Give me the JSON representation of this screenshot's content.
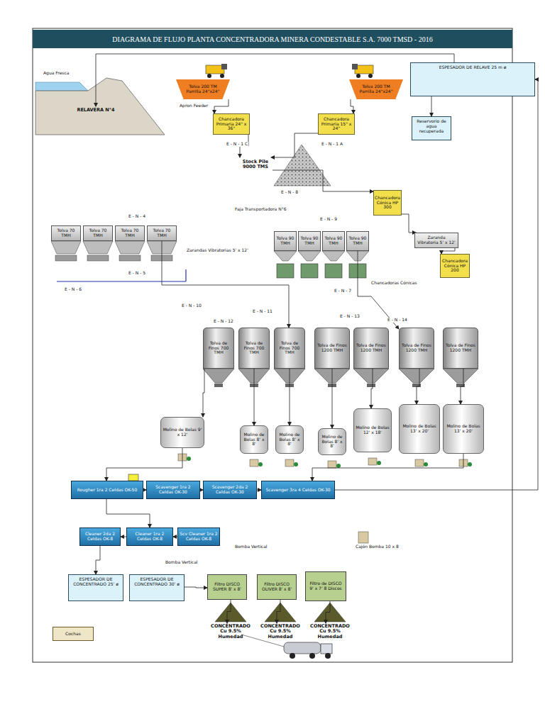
{
  "diagram": {
    "title": "DIAGRAMA DE FLUJO PLANTA CONCENTRADORA MINERA CONDESTABLE S.A. 7000 TMSD - 2016",
    "nodes": [
      {
        "text": [
          "RELAVERA N°4"
        ]
      },
      {
        "text": [
          "Tolva 200 TM Parrilla 24\"x24\""
        ]
      },
      {
        "text": [
          "Tolva 200 TM Parrilla 24\"x24\""
        ]
      },
      {
        "text": [
          "Chancadora Primaria 24\" x 36\""
        ]
      },
      {
        "text": [
          "Chancadora Primaria 15\" x 24\""
        ]
      },
      {
        "text": [
          "ESPESADOR DE RELAVE 25 m ø"
        ]
      },
      {
        "text": [
          "Reservorio de agua recuperada"
        ]
      },
      {
        "text": [
          "Stock Pile 9000 TMS"
        ]
      },
      {
        "text": [
          "Chancadora Cónica HP 300"
        ]
      },
      {
        "text": [
          "Zaranda Vibratoria 5' x 12'"
        ]
      },
      {
        "text": [
          "Chancadora Cónica HP 200"
        ]
      },
      {
        "text": [
          "Tolva 70 TMH"
        ]
      },
      {
        "text": [
          "Tolva 70 TMH"
        ]
      },
      {
        "text": [
          "Tolva 70 TMH"
        ]
      },
      {
        "text": [
          "Tolva 70 TMH"
        ]
      },
      {
        "text": [
          "Tolva 90 TMH"
        ]
      },
      {
        "text": [
          "Tolva 90 TMH"
        ]
      },
      {
        "text": [
          "Tolva 90 TMH"
        ]
      },
      {
        "text": [
          "Tolva 90 TMH"
        ]
      },
      {
        "text": [
          "Tolva de Finos 700 TMH"
        ]
      },
      {
        "text": [
          "Tolva de Finos 700 TMH"
        ]
      },
      {
        "text": [
          "Tolva de Finos 700 TMH"
        ]
      },
      {
        "text": [
          "Tolva de Finos 1200 TMH"
        ]
      },
      {
        "text": [
          "Tolva de Finos 1200 TMH"
        ]
      },
      {
        "text": [
          "Tolva de Finos 1200 TMH"
        ]
      },
      {
        "text": [
          "Tolva de Finos 1200 TMH"
        ]
      },
      {
        "text": [
          "Molino de Bolas 9' x 12'"
        ]
      },
      {
        "text": [
          "Molino de Bolas 8' x 8'"
        ]
      },
      {
        "text": [
          "Molino de Bolas 8' x 8'"
        ]
      },
      {
        "text": [
          "Molino de Bolas 8' x 8'"
        ]
      },
      {
        "text": [
          "Molino de Bolas 12' x 18'"
        ]
      },
      {
        "text": [
          "Molino de Bolas 13' x 20'"
        ]
      },
      {
        "text": [
          "Molino de Bolas 13' x 20'"
        ]
      },
      {
        "text": [
          "Rougher 1ra 2 Celdas OK-50"
        ]
      },
      {
        "text": [
          "Scavenger 1ra 2 Celdas OK-30"
        ]
      },
      {
        "text": [
          "Scavenger 2da 2 Celdas OK-30"
        ]
      },
      {
        "text": [
          "Scavenger 3ra 4 Celdas OK-30"
        ]
      },
      {
        "text": [
          "Cleaner 2da 2 Celdas OK-8"
        ]
      },
      {
        "text": [
          "Cleaner 1ra 2 Celdas OK-8"
        ]
      },
      {
        "text": [
          "Scv Cleaner 1ra 2 Celdas OK-8"
        ]
      },
      {
        "text": [
          "ESPESADOR DE CONCENTRADO 25' ø"
        ]
      },
      {
        "text": [
          "ESPESADOR DE CONCENTRADO 30' ø"
        ]
      },
      {
        "text": [
          "Cochas"
        ]
      },
      {
        "text": [
          "Filtro DISCO SUPER 8' x 8'"
        ]
      },
      {
        "text": [
          "Filtro DISCO OLIVER 8' x 8'"
        ]
      },
      {
        "text": [
          "Filtro de DISCO 9' x 7' 8 Discos"
        ]
      },
      {
        "text": [
          "CONCENTRADO Cu 9.5% Humedad"
        ]
      },
      {
        "text": [
          "CONCENTRADO Cu 9.5% Humedad"
        ]
      },
      {
        "text": [
          "CONCENTRADO Cu 9.5% Humedad"
        ]
      }
    ],
    "edges": [
      {
        "from": 1,
        "to": 3,
        "arrow": "to"
      },
      {
        "from": 2,
        "to": 4,
        "arrow": "to"
      },
      {
        "from": 3,
        "to": 7,
        "arrow": "to"
      },
      {
        "from": 4,
        "to": 7,
        "arrow": "to"
      },
      {
        "from": 7,
        "to": 8,
        "arrow": "to"
      },
      {
        "from": 8,
        "to": 9,
        "arrow": "to"
      },
      {
        "from": 9,
        "to": 10,
        "arrow": "to"
      },
      {
        "from": 14,
        "to": 21,
        "arrow": "to"
      },
      {
        "from": 18,
        "to": 24,
        "arrow": "to"
      },
      {
        "from": 19,
        "to": 26,
        "arrow": "to"
      },
      {
        "from": 20,
        "to": 27,
        "arrow": "to"
      },
      {
        "from": 21,
        "to": 28,
        "arrow": "to"
      },
      {
        "from": 22,
        "to": 29,
        "arrow": "to"
      },
      {
        "from": 23,
        "to": 30,
        "arrow": "to"
      },
      {
        "from": 24,
        "to": 31,
        "arrow": "to"
      },
      {
        "from": 25,
        "to": 32,
        "arrow": "to"
      },
      {
        "from": 26,
        "to": 33,
        "arrow": "to"
      },
      {
        "from": 32,
        "to": 36,
        "arrow": "to"
      },
      {
        "from": 33,
        "to": 34,
        "arrow": "to"
      },
      {
        "from": 34,
        "to": 35,
        "arrow": "to"
      },
      {
        "from": 35,
        "to": 36,
        "arrow": "to"
      },
      {
        "from": 33,
        "to": 38,
        "arrow": "to"
      },
      {
        "from": 38,
        "to": 37,
        "arrow": "to"
      },
      {
        "from": 39,
        "to": 38,
        "arrow": "to"
      },
      {
        "from": 37,
        "to": 40,
        "arrow": "to"
      },
      {
        "from": 41,
        "to": 43,
        "arrow": "to"
      },
      {
        "from": 43,
        "to": 46,
        "arrow": "to"
      },
      {
        "from": 44,
        "to": 47,
        "arrow": "to"
      },
      {
        "from": 45,
        "to": 48,
        "arrow": "to"
      },
      {
        "from": 36,
        "to": 5,
        "arrow": "to"
      },
      {
        "from": 5,
        "to": 0,
        "arrow": "to"
      },
      {
        "from": 5,
        "to": 6,
        "arrow": "to"
      }
    ],
    "labels": [
      "Agua Fresca",
      "Apron Feeder",
      "E - N - 1 C",
      "E - N - 1 A",
      "E - N - 8",
      "Faja Transportadora N°6",
      "E - N - 4",
      "E - N - 9",
      "Zarandas Vibratorias 5' x 12'",
      "E - N - 5",
      "E - N - 6",
      "E - N - 7",
      "E - N - 10",
      "E - N - 11",
      "E - N - 12",
      "E - N - 13",
      "E - N - 14",
      "Chancadoras Cónicas",
      "Bomba Vertical",
      "Bomba Vertical",
      "Cajón Bomba 10 x 8"
    ]
  }
}
